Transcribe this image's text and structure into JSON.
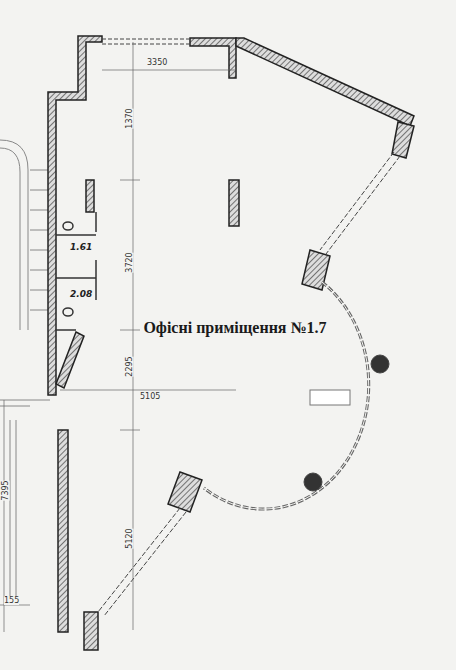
{
  "diagram": {
    "labels": [
      "3350",
      "1370",
      "3720",
      "2295",
      "5105",
      "5120",
      "7395",
      "155",
      "1.61",
      "2.08",
      "Офісні приміщення №1.7"
    ]
  }
}
